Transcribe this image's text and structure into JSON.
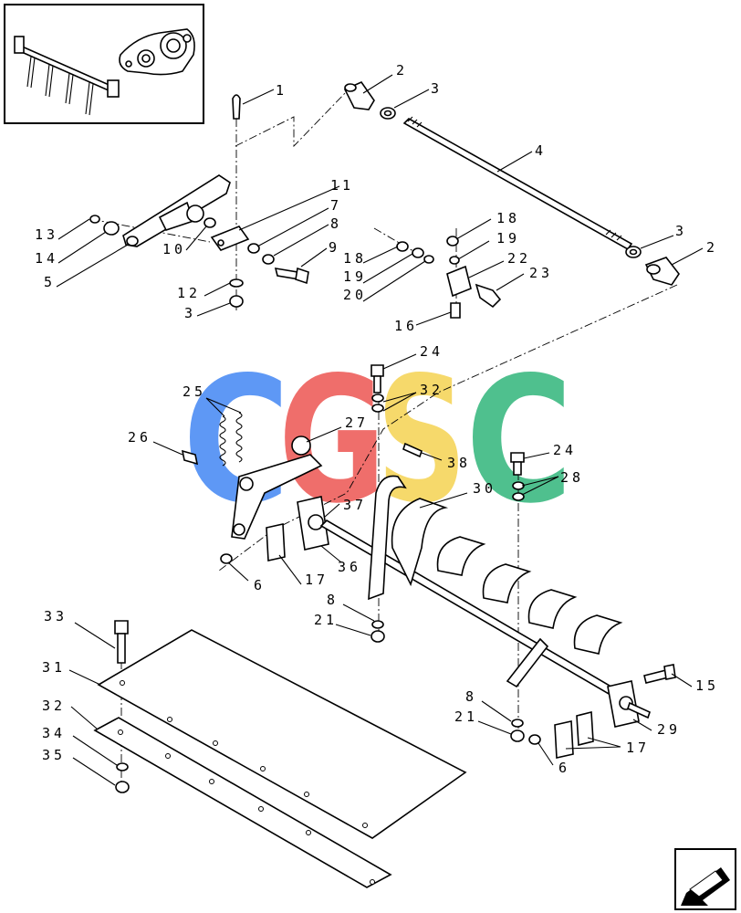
{
  "watermark": {
    "letters": [
      "C",
      "G",
      "S",
      "C"
    ],
    "colors": [
      "#4d8df5",
      "#ee5f5b",
      "#f6d55c",
      "#3dba82"
    ]
  },
  "callouts": [
    {
      "id": "c1",
      "text": "1"
    },
    {
      "id": "c2",
      "text": "2"
    },
    {
      "id": "c3",
      "text": "3"
    },
    {
      "id": "c4",
      "text": "4"
    },
    {
      "id": "c3b",
      "text": "3"
    },
    {
      "id": "c2b",
      "text": "2"
    },
    {
      "id": "c11",
      "text": "11"
    },
    {
      "id": "c7",
      "text": "7"
    },
    {
      "id": "c8",
      "text": "8"
    },
    {
      "id": "c9",
      "text": "9"
    },
    {
      "id": "c13",
      "text": "13"
    },
    {
      "id": "c14",
      "text": "14"
    },
    {
      "id": "c10",
      "text": "10"
    },
    {
      "id": "c5",
      "text": "5"
    },
    {
      "id": "c12",
      "text": "12"
    },
    {
      "id": "c3c",
      "text": "3"
    },
    {
      "id": "c18",
      "text": "18"
    },
    {
      "id": "c19",
      "text": "19"
    },
    {
      "id": "c18b",
      "text": "18"
    },
    {
      "id": "c19b",
      "text": "19"
    },
    {
      "id": "c20",
      "text": "20"
    },
    {
      "id": "c22",
      "text": "22"
    },
    {
      "id": "c23",
      "text": "23"
    },
    {
      "id": "c16",
      "text": "16"
    },
    {
      "id": "c24",
      "text": "24"
    },
    {
      "id": "c32",
      "text": "32"
    },
    {
      "id": "c25",
      "text": "25"
    },
    {
      "id": "c26",
      "text": "26"
    },
    {
      "id": "c27",
      "text": "27"
    },
    {
      "id": "c38",
      "text": "38"
    },
    {
      "id": "c24b",
      "text": "24"
    },
    {
      "id": "c28",
      "text": "28"
    },
    {
      "id": "c30",
      "text": "30"
    },
    {
      "id": "c37",
      "text": "37"
    },
    {
      "id": "c6",
      "text": "6"
    },
    {
      "id": "c17",
      "text": "17"
    },
    {
      "id": "c36",
      "text": "36"
    },
    {
      "id": "c8b",
      "text": "8"
    },
    {
      "id": "c21",
      "text": "21"
    },
    {
      "id": "c33",
      "text": "33"
    },
    {
      "id": "c31",
      "text": "31"
    },
    {
      "id": "c32b",
      "text": "32"
    },
    {
      "id": "c34",
      "text": "34"
    },
    {
      "id": "c35",
      "text": "35"
    },
    {
      "id": "c15",
      "text": "15"
    },
    {
      "id": "c8c",
      "text": "8"
    },
    {
      "id": "c21b",
      "text": "21"
    },
    {
      "id": "c29",
      "text": "29"
    },
    {
      "id": "c17b",
      "text": "17"
    },
    {
      "id": "c6b",
      "text": "6"
    }
  ]
}
